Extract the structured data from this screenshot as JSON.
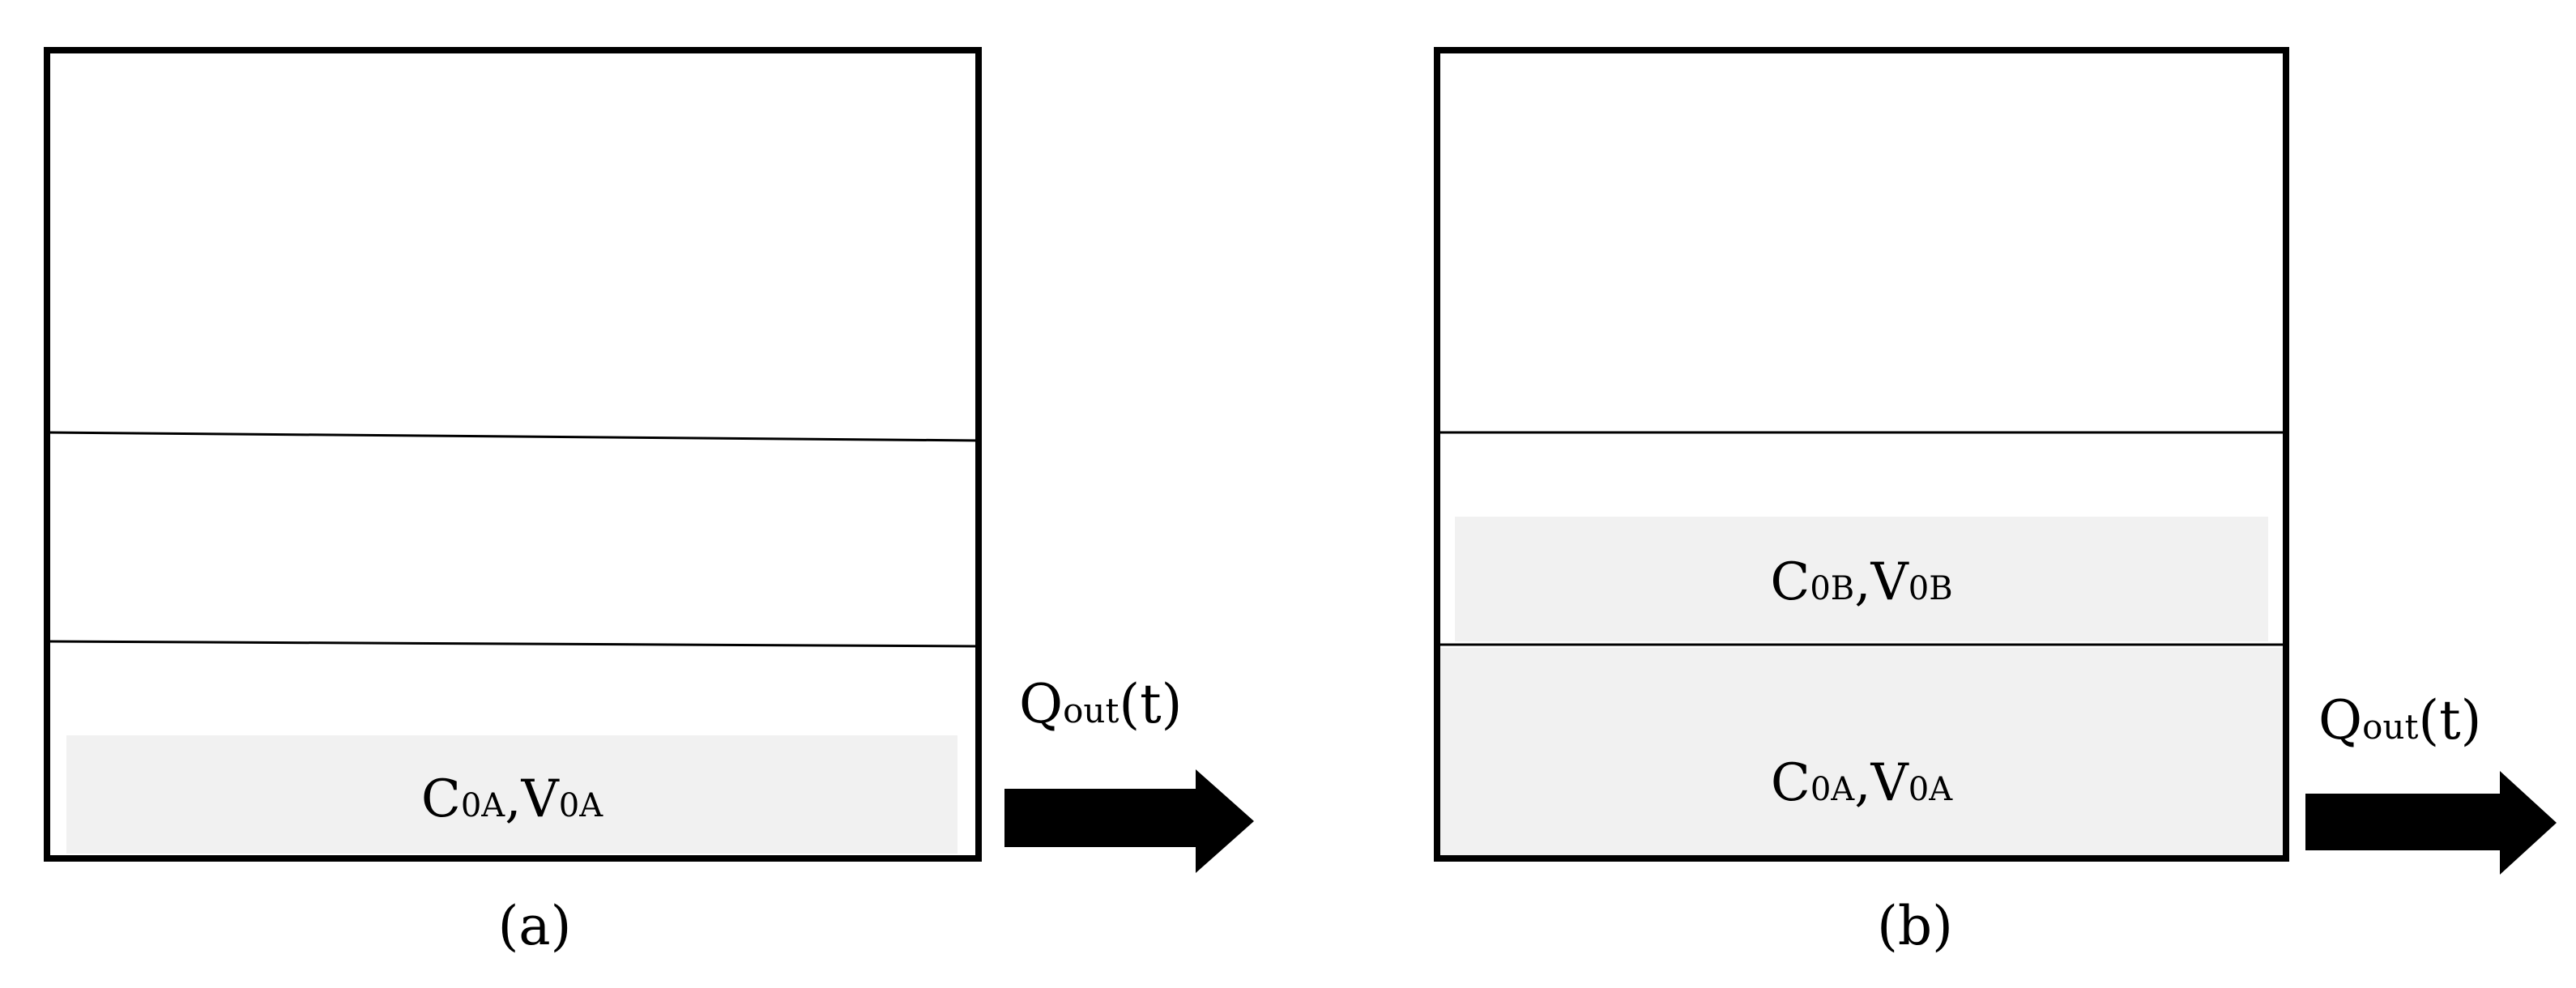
{
  "colors": {
    "outline": "#000000",
    "fill": "#f1f1f1",
    "background": "#ffffff"
  },
  "panel_a": {
    "caption": "(a)",
    "layer_a": {
      "symbol_c": "C",
      "sub_c": "0A",
      "sep": ",",
      "symbol_v": "V",
      "sub_v": "0A"
    },
    "flow": {
      "symbol": "Q",
      "sub": "out",
      "arg": "(t)"
    }
  },
  "panel_b": {
    "caption": "(b)",
    "layer_b": {
      "symbol_c": "C",
      "sub_c": "0B",
      "sep": ",",
      "symbol_v": "V",
      "sub_v": "0B"
    },
    "layer_a": {
      "symbol_c": "C",
      "sub_c": "0A",
      "sep": ",",
      "symbol_v": "V",
      "sub_v": "0A"
    },
    "flow": {
      "symbol": "Q",
      "sub": "out",
      "arg": "(t)"
    }
  }
}
